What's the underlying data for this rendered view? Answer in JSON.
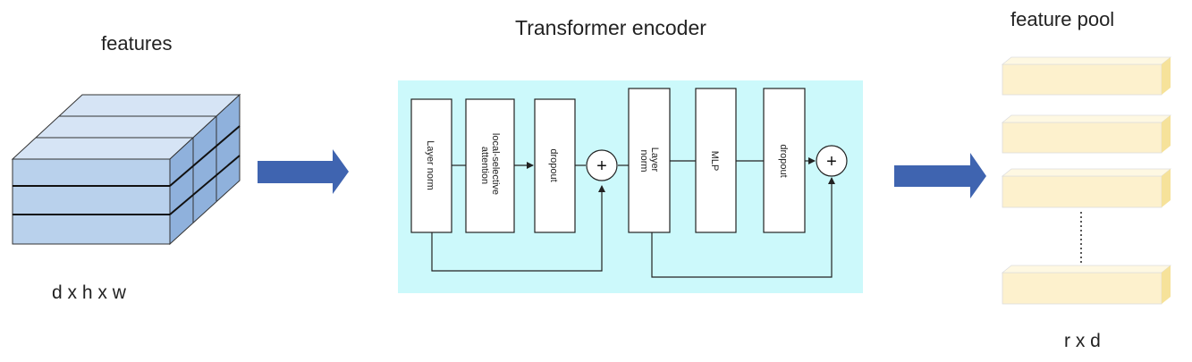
{
  "labels": {
    "features": "features",
    "features_dims": "d x h x w",
    "encoder_title": "Transformer encoder",
    "pool_title": "feature pool",
    "pool_dims": "r x d"
  },
  "encoder": {
    "blocks": [
      {
        "id": "layer-norm-1",
        "lines": [
          "Layer norm"
        ]
      },
      {
        "id": "local-selective-attention",
        "lines": [
          "local-selective",
          "attention"
        ]
      },
      {
        "id": "dropout-1",
        "lines": [
          "dropout"
        ]
      },
      {
        "id": "layer-norm-2",
        "lines": [
          "Layer",
          "norm"
        ]
      },
      {
        "id": "mlp",
        "lines": [
          "MLP"
        ]
      },
      {
        "id": "dropout-2",
        "lines": [
          "dropout"
        ]
      }
    ],
    "add_symbol": "+"
  },
  "colors": {
    "cube_front": "#b9d1ec",
    "cube_top": "#d6e4f5",
    "cube_side": "#8fb1dc",
    "arrow": "#3f64b0",
    "encoder_bg": "#ccf9fb",
    "pool_front": "#fdf1cd",
    "pool_top": "#fef8e2",
    "pool_side": "#f6e29a"
  }
}
